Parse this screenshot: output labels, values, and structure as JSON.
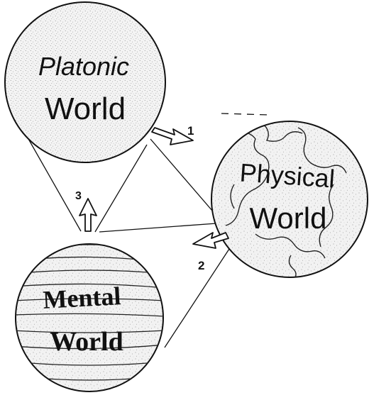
{
  "worlds": {
    "platonic": {
      "line1": "Platonic",
      "line2": "World"
    },
    "physical": {
      "line1": "Physical",
      "line2": "World"
    },
    "mental": {
      "line1": "Mental",
      "line2": "World"
    }
  },
  "arrows": {
    "arrow_1": {
      "label": "1"
    },
    "arrow_2": {
      "label": "2"
    },
    "arrow_3": {
      "label": "3"
    }
  },
  "colors": {
    "ink": "#111111",
    "sphere_fill": "#f3f3f3",
    "stipple": "#8a8a8a",
    "background": "#ffffff"
  }
}
